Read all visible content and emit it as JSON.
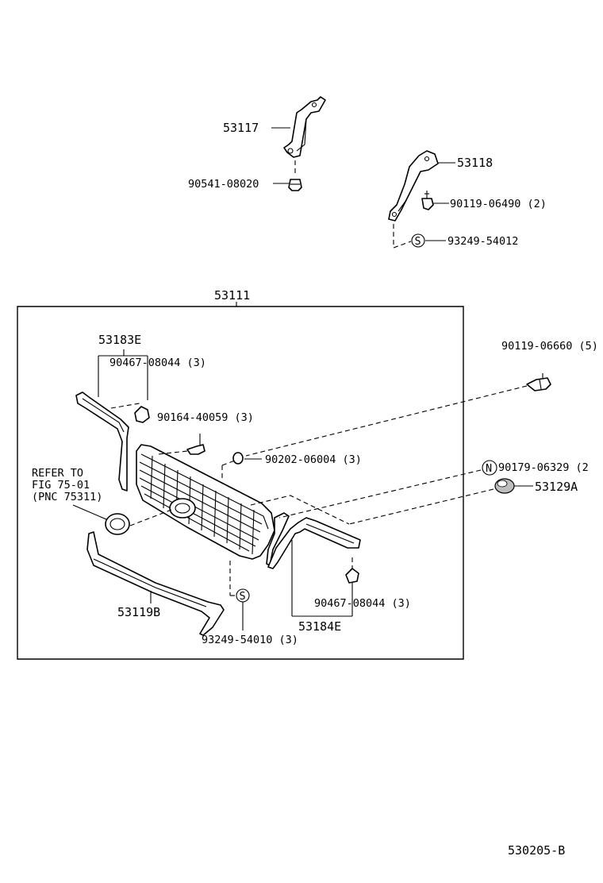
{
  "labels": {
    "p53117": "53117",
    "p90541": "90541-08020",
    "p53118": "53118",
    "p90119_06490": "90119-06490 (2)",
    "p93249_54012": "93249-54012",
    "p53111": "53111",
    "p53183E": "53183E",
    "p90467_top": "90467-08044 (3)",
    "p90119_06660": "90119-06660 (5)",
    "p90164": "90164-40059 (3)",
    "p90202": "90202-06004 (3)",
    "refer_1": "REFER TO",
    "refer_2": "FIG 75-01",
    "refer_3": "(PNC 75311)",
    "p90179": "90179-06329 (2",
    "p53129A": "53129A",
    "p53119B": "53119B",
    "p90467_bottom": "90467-08044 (3)",
    "p93249_54010": "93249-54010 (3)",
    "p53184E": "53184E",
    "fig_code": "530205-B"
  },
  "symbols": {
    "s_mark": "S",
    "n_mark": "N"
  }
}
